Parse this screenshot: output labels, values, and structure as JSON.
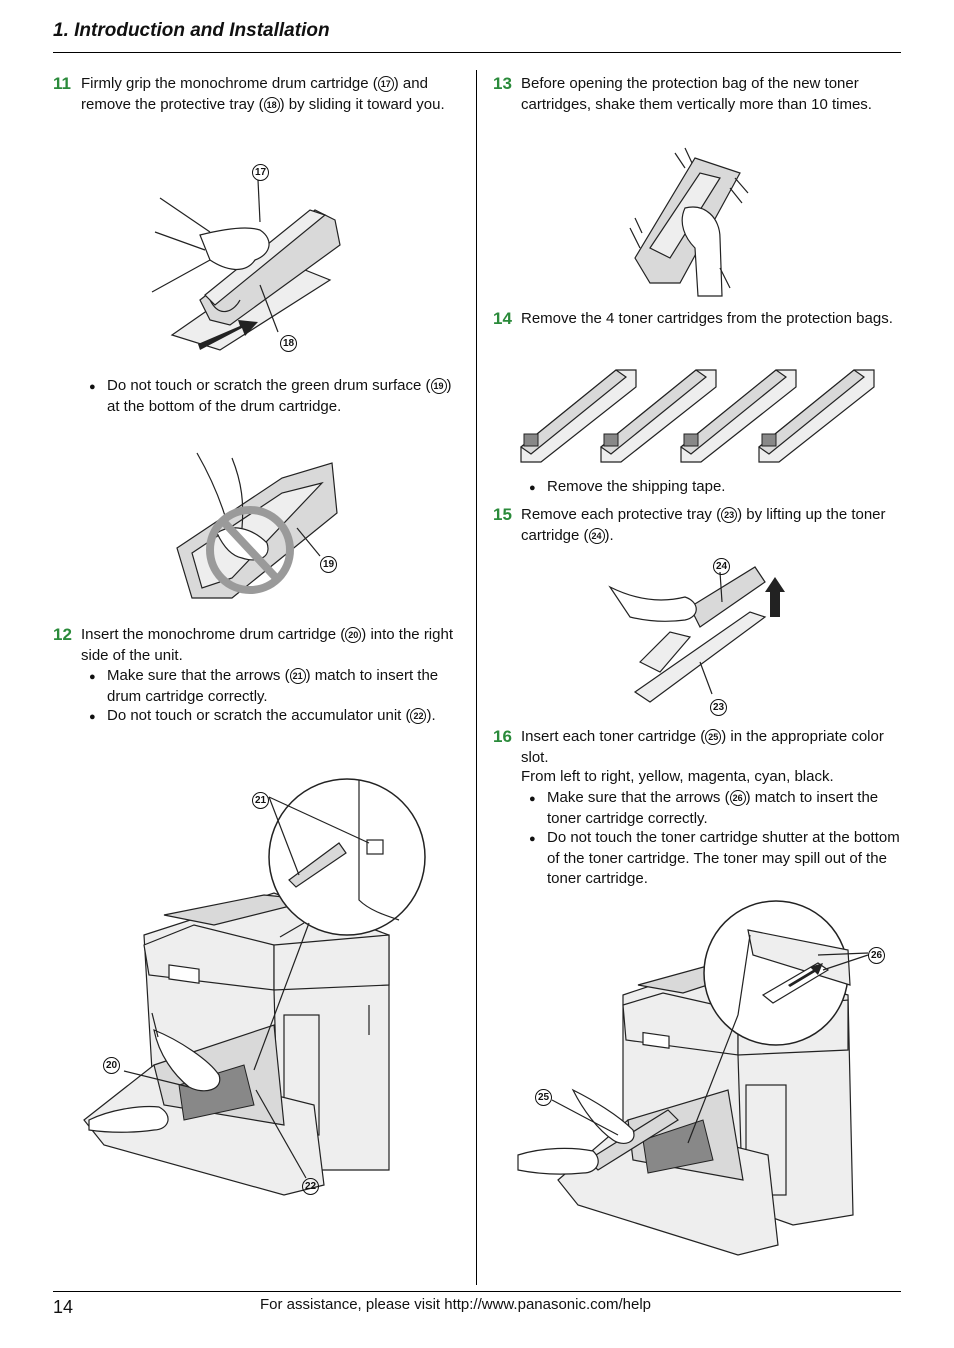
{
  "header": {
    "title": "1. Introduction and Installation"
  },
  "steps": {
    "s11": {
      "num": "11",
      "pre": "Firmly grip the monochrome drum cartridge (",
      "m1": "17",
      "mid": ") and remove the protective tray (",
      "m2": "18",
      "post": ") by sliding it toward you.",
      "bullet1": {
        "pre": "Do not touch or scratch the green drum surface (",
        "m": "19",
        "post": ") at the bottom of the drum cartridge."
      }
    },
    "s12": {
      "num": "12",
      "pre": "Insert the monochrome drum cartridge (",
      "m": "20",
      "post": ") into the right side of the unit.",
      "bullet1": {
        "pre": "Make sure that the arrows (",
        "m": "21",
        "post": ") match to insert the drum cartridge correctly."
      },
      "bullet2": {
        "pre": "Do not touch or scratch the accumulator unit (",
        "m": "22",
        "post": ")."
      }
    },
    "s13": {
      "num": "13",
      "text": "Before opening the protection bag of the new toner cartridges, shake them vertically more than 10 times."
    },
    "s14": {
      "num": "14",
      "text": "Remove the 4 toner cartridges from the protection bags.",
      "bullet1": "Remove the shipping tape."
    },
    "s15": {
      "num": "15",
      "pre": "Remove each protective tray (",
      "m1": "23",
      "mid": ") by lifting up the toner cartridge (",
      "m2": "24",
      "post": ")."
    },
    "s16": {
      "num": "16",
      "pre": "Insert each toner cartridge (",
      "m": "25",
      "post": ") in the appropriate color slot.",
      "line2": "From left to right, yellow, magenta, cyan, black.",
      "bullet1": {
        "pre": "Make sure that the arrows (",
        "m": "26",
        "post": ") match to insert the toner cartridge correctly."
      },
      "bullet2": "Do not touch the toner cartridge shutter at the bottom of the toner cartridge. The toner may spill out of the toner cartridge."
    }
  },
  "callouts": {
    "c17": "17",
    "c18": "18",
    "c19": "19",
    "c20": "20",
    "c21": "21",
    "c22": "22",
    "c23": "23",
    "c24": "24",
    "c25": "25",
    "c26": "26"
  },
  "footer": {
    "page": "14",
    "text": "For assistance, please visit http://www.panasonic.com/help"
  }
}
